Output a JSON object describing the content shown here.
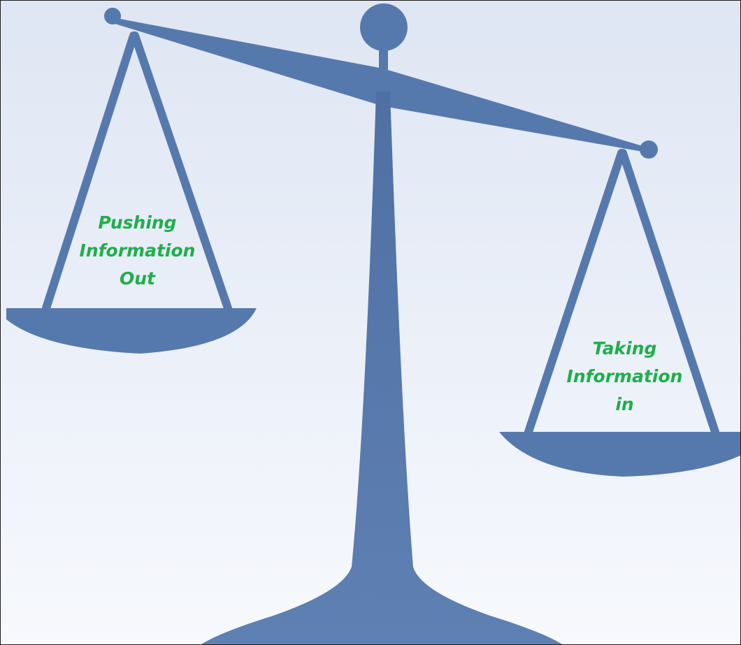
{
  "diagram": {
    "left_pan": {
      "lines": [
        "Pushing",
        "Information",
        "Out"
      ]
    },
    "right_pan": {
      "lines": [
        "Taking",
        "Information",
        "in"
      ]
    },
    "colors": {
      "scale": "#5679ad",
      "label_text": "#1fae4b",
      "background_top": "#dfe6f3",
      "background_bottom": "#f7f9fd",
      "border": "#1c1c1c"
    }
  }
}
